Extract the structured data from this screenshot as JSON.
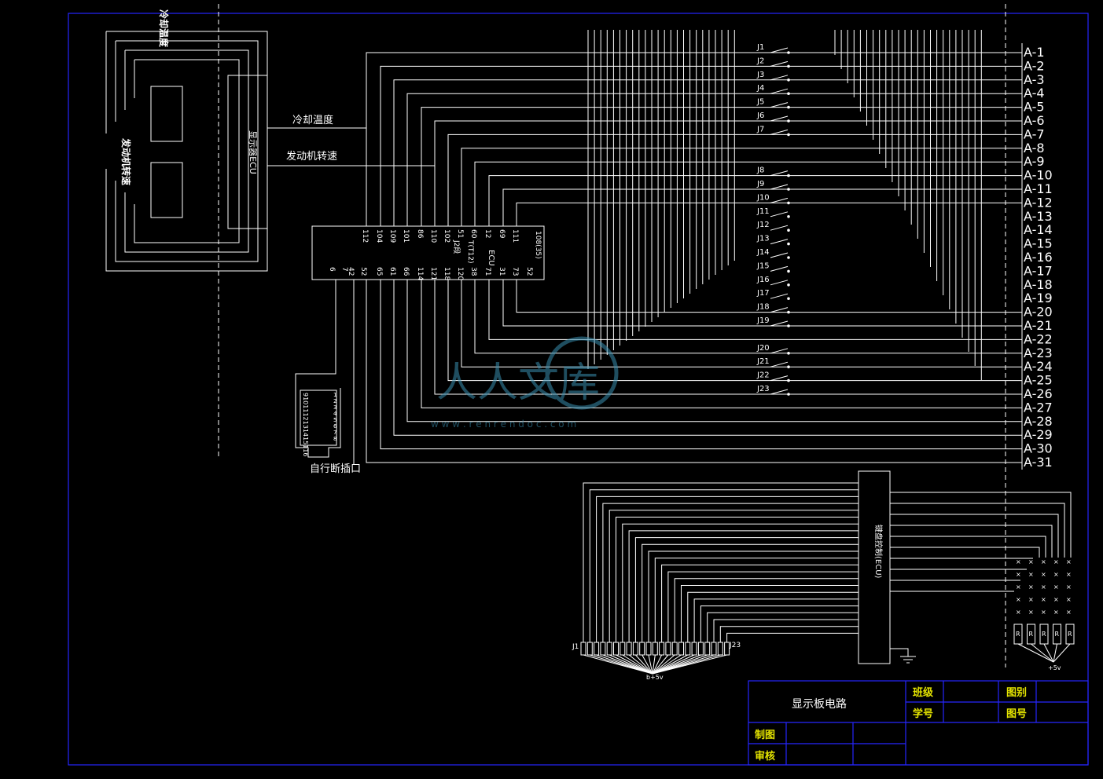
{
  "drawing": {
    "left_unit": {
      "coolant_label": "冷却温度",
      "speed_label": "发动机转速",
      "display_ecu_label": "显示器ECU"
    },
    "signals": {
      "coolant_temp": "冷却温度",
      "engine_speed": "发动机转速"
    },
    "ecu": {
      "label": "ECU",
      "top_pins": [
        "112",
        "104",
        "109",
        "101",
        "86",
        "110",
        "102",
        "51",
        "60",
        "12",
        "69",
        "111"
      ],
      "bottom_pins": [
        "6",
        "7",
        "42",
        "52",
        "65",
        "61",
        "66",
        "114",
        "121",
        "118",
        "120",
        "38",
        "71",
        "31",
        "73",
        "52"
      ],
      "inner": [
        "T(T12)",
        "J2段",
        "108(35)"
      ]
    },
    "connector": {
      "pins": [
        "1",
        "2",
        "3",
        "4",
        "5",
        "6",
        "7",
        "8"
      ],
      "side_numbers": "9101112131415116"
    },
    "diagnostic": "自行断插口",
    "switches": [
      "J1",
      "J2",
      "J3",
      "J4",
      "J5",
      "J6",
      "J7",
      "J8",
      "J9",
      "J10",
      "J11",
      "J12",
      "J13",
      "J14",
      "J15",
      "J16",
      "J17",
      "J18",
      "J19",
      "J20",
      "J21",
      "J22",
      "J23"
    ],
    "terminals": [
      "A-1",
      "A-2",
      "A-3",
      "A-4",
      "A-5",
      "A-6",
      "A-7",
      "A-8",
      "A-9",
      "A-10",
      "A-11",
      "A-12",
      "A-13",
      "A-14",
      "A-15",
      "A-16",
      "A-17",
      "A-18",
      "A-19",
      "A-20",
      "A-21",
      "A-22",
      "A-23",
      "A-24",
      "A-25",
      "A-26",
      "A-27",
      "A-28",
      "A-29",
      "A-30",
      "A-31"
    ],
    "bottom": {
      "ecu_label": "键盘控制(ECU)",
      "j_start": "J1",
      "j_end": "J23",
      "supply_left": "b+5v",
      "supply_right": "+5v",
      "resistors": [
        "R",
        "R",
        "R",
        "R",
        "R"
      ]
    }
  },
  "title_block": {
    "title": "显示板电路",
    "class_label": "班级",
    "student_label": "学号",
    "sheet_label": "图别",
    "number_label": "图号",
    "drawn_label": "制图",
    "check_label": "审核"
  },
  "watermark": {
    "text": "人人文库",
    "url": "w w w . r e n r e n d o c . c o m"
  },
  "colors": {
    "line": "#ffffff",
    "frame": "#2626ff",
    "title_text": "#e5e500",
    "watermark": "#3a8fb0"
  }
}
